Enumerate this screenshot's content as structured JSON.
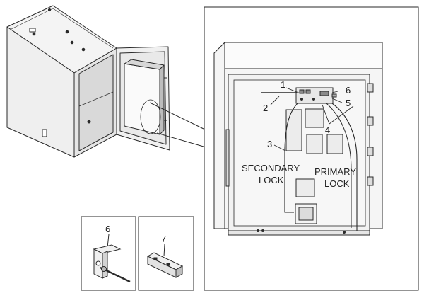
{
  "callouts": {
    "c1": "1",
    "c2": "2",
    "c3": "3",
    "c4": "4",
    "c5": "5",
    "c6": "6"
  },
  "captions": {
    "secondary_lock_line1": "SECONDARY",
    "secondary_lock_line2": "LOCK",
    "primary_lock_line1": "PRIMARY",
    "primary_lock_line2": "LOCK"
  },
  "detail_panels": {
    "left_number": "6",
    "right_number": "7"
  },
  "colors": {
    "line": "#2a2a2a",
    "fill_light": "#f2f2f2",
    "fill_mid": "#dcdcdc",
    "fill_dark": "#9a9a9a"
  }
}
